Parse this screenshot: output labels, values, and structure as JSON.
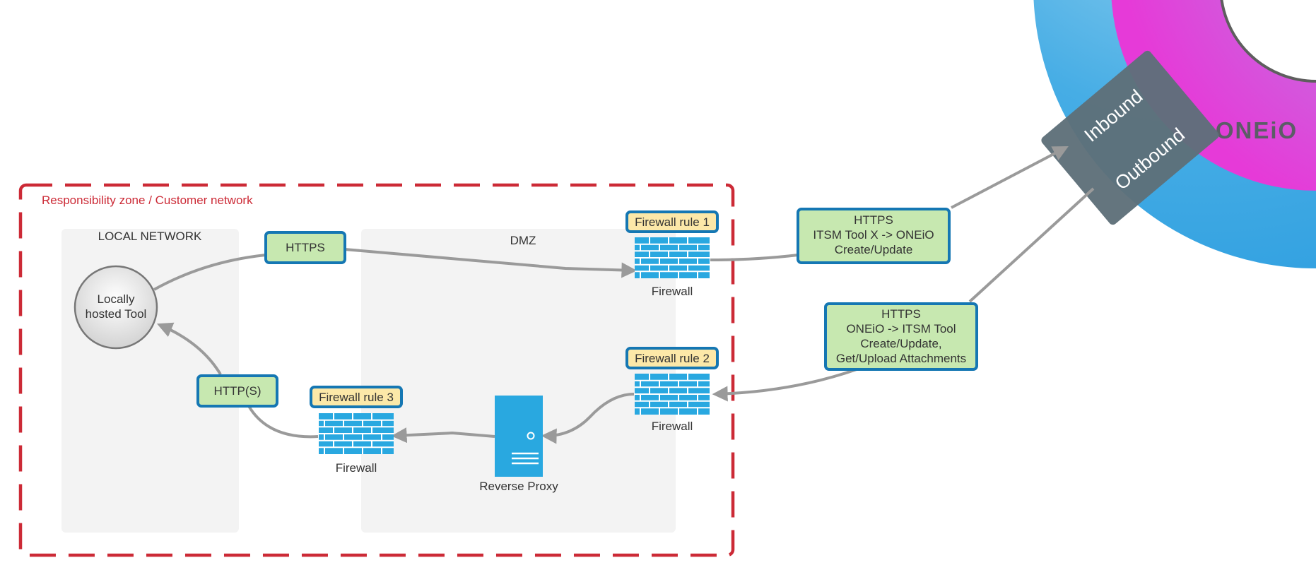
{
  "zone": {
    "label": "Responsibility zone / Customer network",
    "color": "#cc2a36"
  },
  "areas": {
    "local_network": "LOCAL NETWORK",
    "dmz": "DMZ"
  },
  "nodes": {
    "local_tool": {
      "line1": "Locally",
      "line2": "hosted Tool"
    },
    "firewall_1": {
      "rule": "Firewall rule 1",
      "caption": "Firewall"
    },
    "firewall_2": {
      "rule": "Firewall rule 2",
      "caption": "Firewall"
    },
    "firewall_3": {
      "rule": "Firewall rule 3",
      "caption": "Firewall"
    },
    "reverse_proxy": {
      "caption": "Reverse Proxy"
    }
  },
  "protocols": {
    "https_local": "HTTPS",
    "https_s_local": "HTTP(S)",
    "outbound_box": {
      "line1": "HTTPS",
      "line2": "ITSM Tool X -> ONEiO",
      "line3": "Create/Update"
    },
    "inbound_box": {
      "line1": "HTTPS",
      "line2": "ONEiO -> ITSM Tool",
      "line3": "Create/Update,",
      "line4": "Get/Upload Attachments"
    }
  },
  "oneio": {
    "logo": "ONEiO",
    "inbound": "Inbound",
    "outbound": "Outbound"
  },
  "colors": {
    "firewall": "#29a8e0",
    "label_green": "#c7e8b0",
    "label_yellow": "#fce8a8",
    "label_border": "#1577b3",
    "connector": "#9a9a9a",
    "ring_blue": "#3fa9e3",
    "ring_magenta": "#e23ad8",
    "gate_gray": "#5e6f79"
  }
}
